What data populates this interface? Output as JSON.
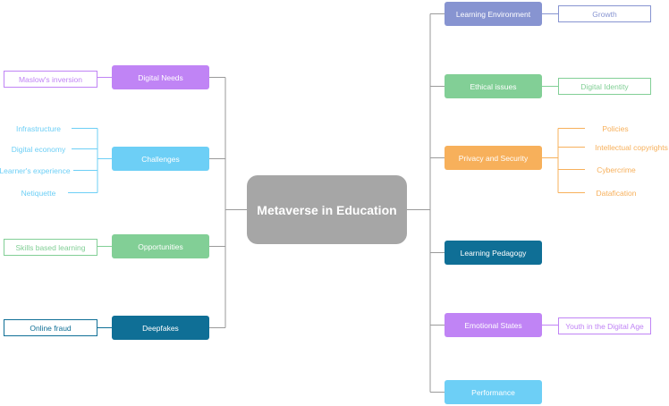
{
  "central": {
    "label": "Metaverse in Education",
    "color": "#a6a6a6"
  },
  "left_branches": [
    {
      "label": "Digital Needs",
      "color": "#c084f5",
      "children": [
        "Maslow's inversion"
      ]
    },
    {
      "label": "Challenges",
      "color": "#6dcff6",
      "children": [
        "Infrastructure",
        "Digital economy",
        "Learner's experience",
        "Netiquette"
      ]
    },
    {
      "label": "Opportunities",
      "color": "#82cf96",
      "children": [
        "Skills based learning"
      ]
    },
    {
      "label": "Deepfakes",
      "color": "#0f6f96",
      "children": [
        "Online fraud"
      ]
    }
  ],
  "right_branches": [
    {
      "label": "Learning Environment",
      "color": "#8794d1",
      "children": [
        "Growth"
      ]
    },
    {
      "label": "Ethical issues",
      "color": "#82cf96",
      "children": [
        "Digital Identity"
      ]
    },
    {
      "label": "Privacy and Security",
      "color": "#f7b05b",
      "children": [
        "Policies",
        "Intellectual copyrights",
        "Cybercrime",
        "Datafication"
      ]
    },
    {
      "label": "Learning Pedagogy",
      "color": "#0f6f96",
      "children": []
    },
    {
      "label": "Emotional States",
      "color": "#c084f5",
      "children": [
        "Youth in the Digital Age"
      ]
    },
    {
      "label": "Performance",
      "color": "#6dcff6",
      "children": []
    }
  ]
}
